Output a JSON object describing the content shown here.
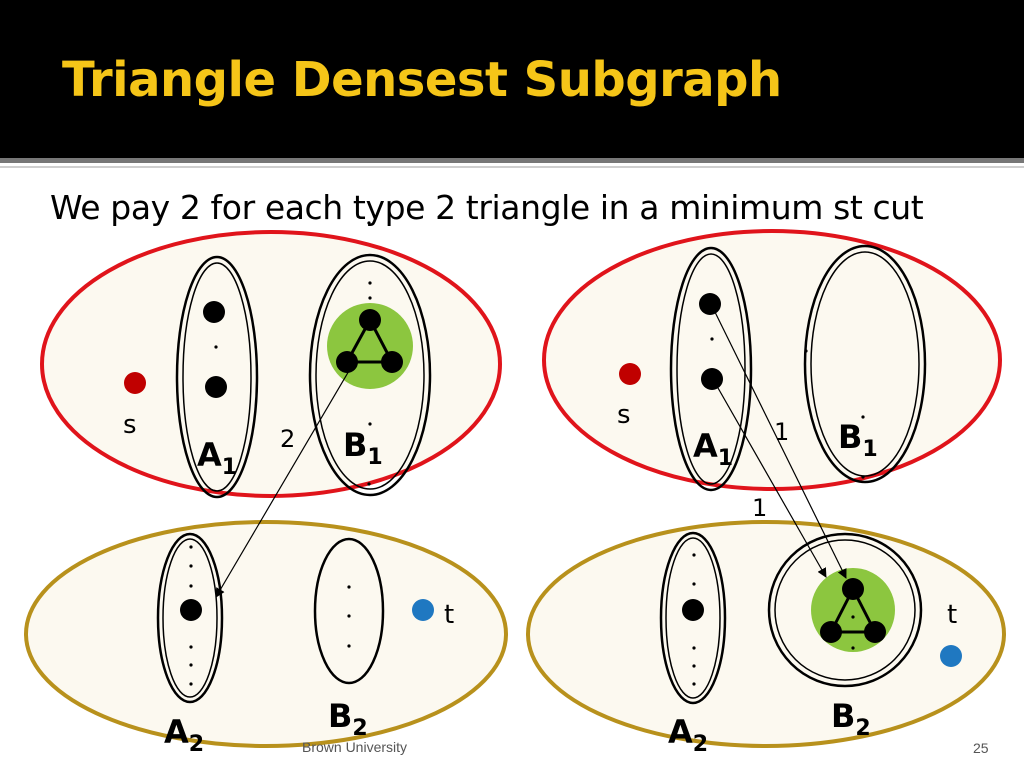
{
  "slide": {
    "title": "Triangle Densest Subgraph",
    "subtitle": "We pay 2 for each type 2 triangle in a minimum st cut",
    "footer": "Brown University",
    "page_number": "25"
  },
  "left_diagram": {
    "source_label": "s",
    "sink_label": "t",
    "sets": {
      "a1": {
        "letter": "A",
        "index": "1"
      },
      "b1": {
        "letter": "B",
        "index": "1"
      },
      "a2": {
        "letter": "A",
        "index": "2"
      },
      "b2": {
        "letter": "B",
        "index": "2"
      }
    },
    "edge_weight": "2"
  },
  "right_diagram": {
    "source_label": "s",
    "sink_label": "t",
    "sets": {
      "a1": {
        "letter": "A",
        "index": "1"
      },
      "b1": {
        "letter": "B",
        "index": "1"
      },
      "a2": {
        "letter": "A",
        "index": "2"
      },
      "b2": {
        "letter": "B",
        "index": "2"
      }
    },
    "edge_weight_upper": "1",
    "edge_weight_lower": "1"
  },
  "colors": {
    "title": "#f5c518",
    "source_side_border": "#e0141b",
    "sink_side_border": "#b8911c",
    "region_fill": "#fcf9f0",
    "triangle_highlight": "#8cc63f",
    "source_node": "#c00000",
    "sink_node": "#1f78c1"
  }
}
